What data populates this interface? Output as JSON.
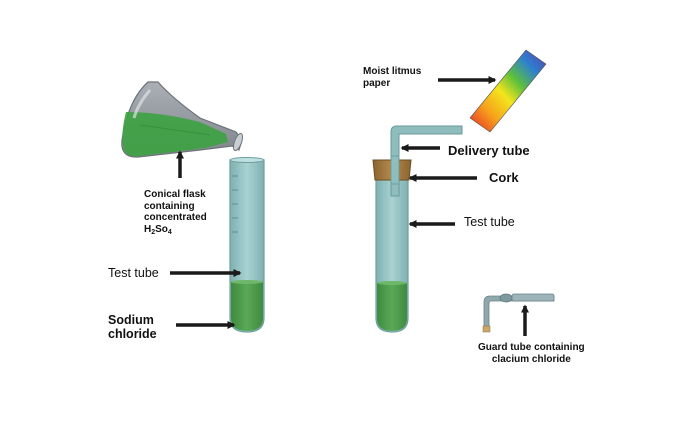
{
  "labels": {
    "litmus": [
      "Moist litmus",
      "paper"
    ],
    "delivery_tube": "Delivery tube",
    "cork": "Cork",
    "test_tube_right": "Test tube",
    "test_tube_left": "Test tube",
    "sodium_chloride": [
      "Sodium",
      "chloride"
    ],
    "flask": {
      "line1": "Conical flask",
      "line2": "containing",
      "line3": "concentrated",
      "formula_H": "H",
      "formula_2": "2",
      "formula_So": "So",
      "formula_4": "4"
    },
    "guard_tube": [
      "Guard tube containing",
      "clacium chloride"
    ]
  },
  "colors": {
    "tube_glass": "#8fbcbc",
    "liquid_green": "#4c9a4a",
    "flask_glass": "#9aa0a6",
    "cork": "#a0783e",
    "arrow": "#1a1a1a"
  }
}
